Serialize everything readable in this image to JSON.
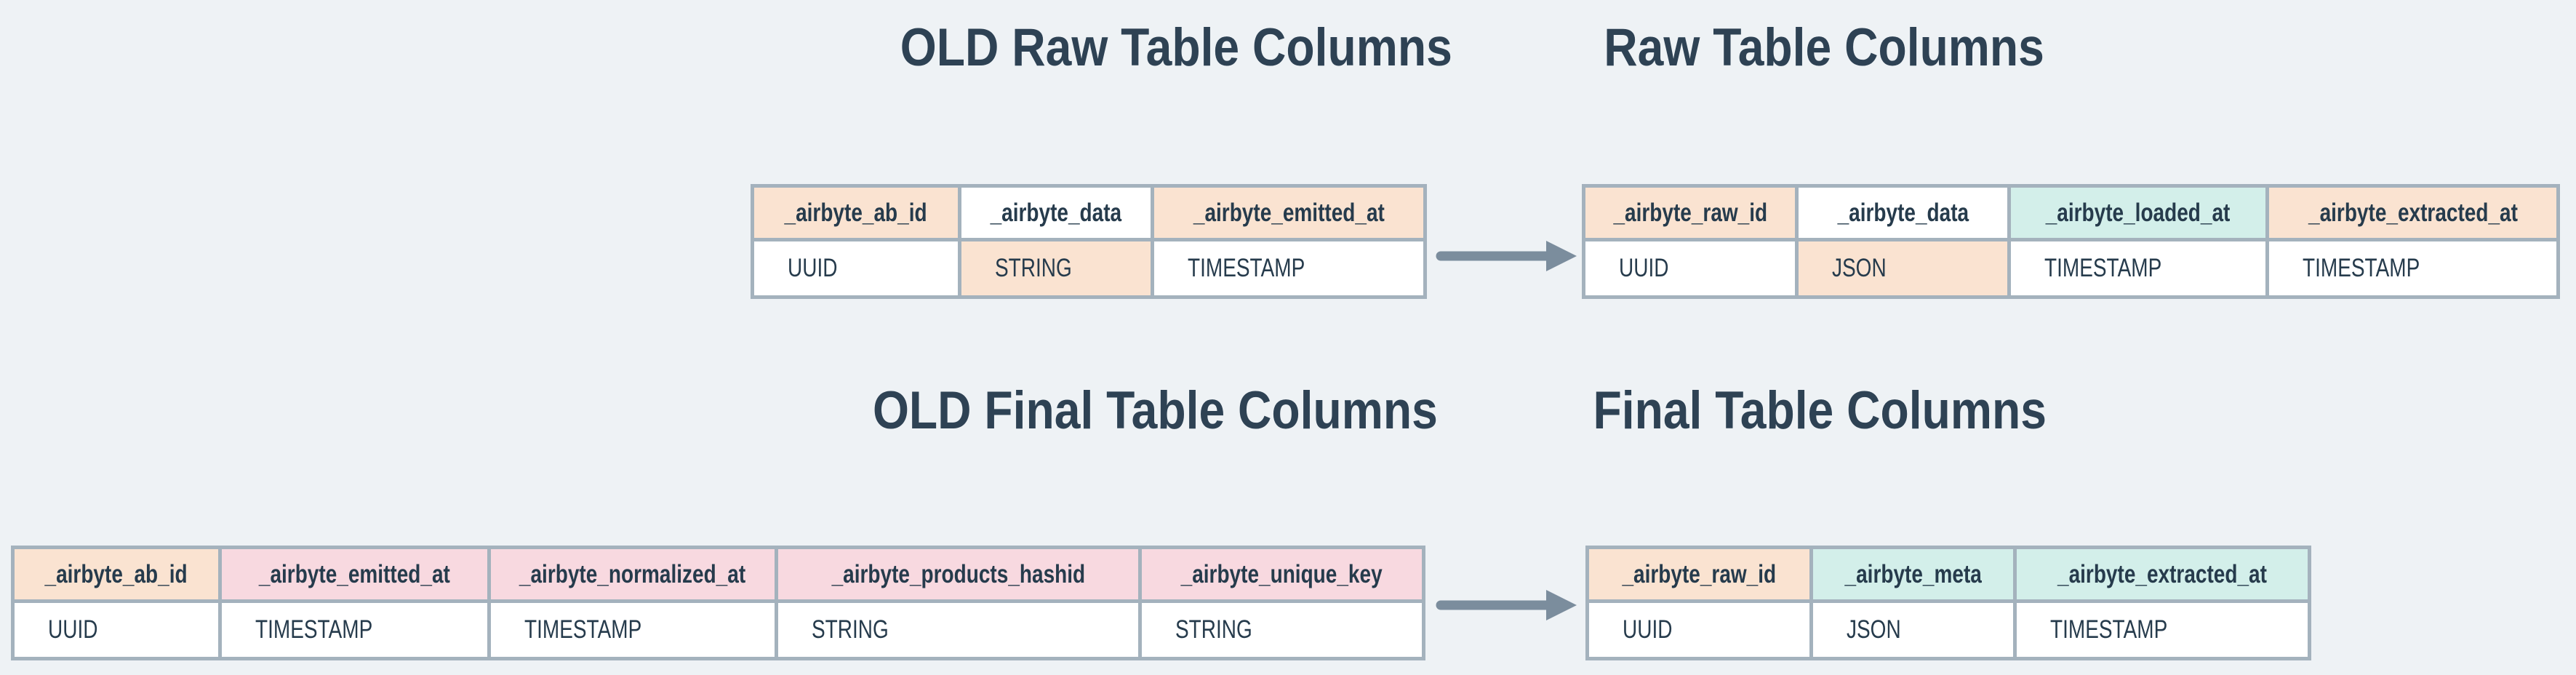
{
  "colors": {
    "background": "#eef2f5",
    "white": "#ffffff",
    "peach": "#fae3d1",
    "pink": "#f8d9e0",
    "teal": "#d3efea",
    "border": "#a4b2bd",
    "text": "#263b4c",
    "title": "#2e4254",
    "arrow": "#7b8d9d"
  },
  "titles": {
    "old_raw": "OLD Raw Table Columns",
    "new_raw": "Raw Table Columns",
    "old_final": "OLD Final Table Columns",
    "new_final": "Final Table Columns"
  },
  "tables": {
    "old_raw": {
      "columns": [
        {
          "label": "_airbyte_ab_id",
          "type": "UUID",
          "header_bg": "peach",
          "type_bg": "white"
        },
        {
          "label": "_airbyte_data",
          "type": "STRING",
          "header_bg": "white",
          "type_bg": "peach"
        },
        {
          "label": "_airbyte_emitted_at",
          "type": "TIMESTAMP",
          "header_bg": "peach",
          "type_bg": "white"
        }
      ]
    },
    "new_raw": {
      "columns": [
        {
          "label": "_airbyte_raw_id",
          "type": "UUID",
          "header_bg": "peach",
          "type_bg": "white"
        },
        {
          "label": "_airbyte_data",
          "type": "JSON",
          "header_bg": "white",
          "type_bg": "peach"
        },
        {
          "label": "_airbyte_loaded_at",
          "type": "TIMESTAMP",
          "header_bg": "teal",
          "type_bg": "white"
        },
        {
          "label": "_airbyte_extracted_at",
          "type": "TIMESTAMP",
          "header_bg": "peach",
          "type_bg": "white"
        }
      ]
    },
    "old_final": {
      "columns": [
        {
          "label": "_airbyte_ab_id",
          "type": "UUID",
          "header_bg": "peach",
          "type_bg": "white"
        },
        {
          "label": "_airbyte_emitted_at",
          "type": "TIMESTAMP",
          "header_bg": "pink",
          "type_bg": "white"
        },
        {
          "label": "_airbyte_normalized_at",
          "type": "TIMESTAMP",
          "header_bg": "pink",
          "type_bg": "white"
        },
        {
          "label": "_airbyte_products_hashid",
          "type": "STRING",
          "header_bg": "pink",
          "type_bg": "white"
        },
        {
          "label": "_airbyte_unique_key",
          "type": "STRING",
          "header_bg": "pink",
          "type_bg": "white"
        }
      ]
    },
    "new_final": {
      "columns": [
        {
          "label": "_airbyte_raw_id",
          "type": "UUID",
          "header_bg": "peach",
          "type_bg": "white"
        },
        {
          "label": "_airbyte_meta",
          "type": "JSON",
          "header_bg": "teal",
          "type_bg": "white"
        },
        {
          "label": "_airbyte_extracted_at",
          "type": "TIMESTAMP",
          "header_bg": "teal",
          "type_bg": "white"
        }
      ]
    }
  },
  "icons": {
    "raw_arrow": "right-arrow",
    "final_arrow": "right-arrow"
  }
}
